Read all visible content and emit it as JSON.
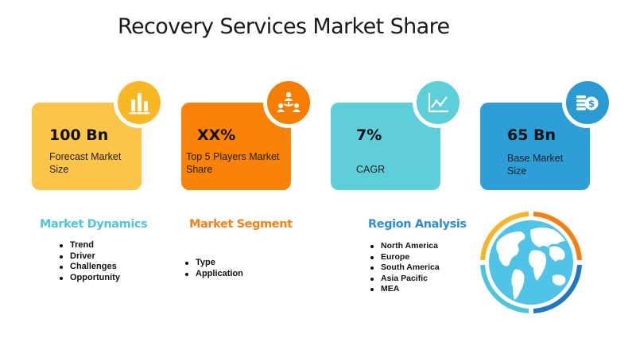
{
  "title": "Recovery Services Market Share",
  "cards": [
    {
      "value": "100 Bn",
      "label": "Forecast Market Size",
      "icon": "bar-chart-icon",
      "color": "#FCC54A",
      "badge_color": "#F8B824"
    },
    {
      "value": "XX%",
      "label": "Top 5 Players Market Share",
      "icon": "network-people-icon",
      "color": "#F98209",
      "badge_color": "#F57D04"
    },
    {
      "value": "7%",
      "label": "CAGR",
      "icon": "line-chart-icon",
      "color": "#5ECFDA",
      "badge_color": "#5DCFDA"
    },
    {
      "value": "65 Bn",
      "label": "Base Market Size",
      "icon": "money-coins-icon",
      "color": "#2E9ED8",
      "badge_color": "#2A9AD3"
    }
  ],
  "sections": {
    "dynamics": {
      "title": "Market Dynamics",
      "color": "#4FC6D8",
      "items": [
        "Trend",
        "Driver",
        "Challenges",
        "Opportunity"
      ]
    },
    "segment": {
      "title": "Market Segment",
      "color": "#F57F17",
      "items": [
        "Type",
        "Application"
      ]
    },
    "region": {
      "title": "Region Analysis",
      "color": "#2A8FCF",
      "items": [
        "North America",
        "Europe",
        "South America",
        "Asia Pacific",
        "MEA"
      ]
    }
  },
  "globe": {
    "icon": "globe-icon",
    "ocean_color": "#4FC3E8",
    "ring_colors": [
      "#F5B52A",
      "#F57F17",
      "#1F78C1",
      "#4FC6D8"
    ]
  }
}
